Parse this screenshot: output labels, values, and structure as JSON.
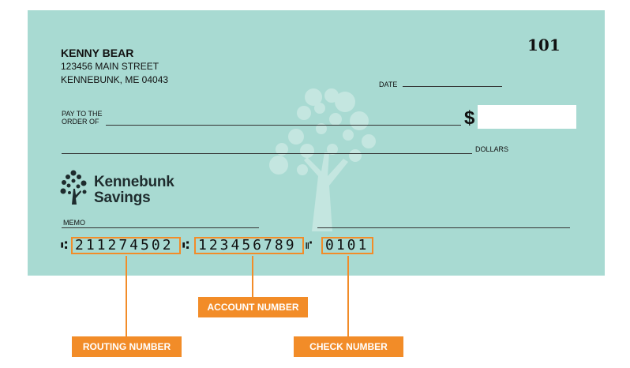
{
  "owner": {
    "name": "KENNY BEAR",
    "street": "123456 MAIN STREET",
    "city": "KENNEBUNK, ME 04043"
  },
  "check_number": "101",
  "fields": {
    "date_label": "DATE",
    "pay_to_line1": "PAY TO THE",
    "pay_to_line2": "ORDER OF",
    "currency_symbol": "$",
    "dollars_label": "DOLLARS",
    "memo_label": "MEMO"
  },
  "bank": {
    "name_line1": "Kennebunk",
    "name_line2": "Savings"
  },
  "micr": {
    "routing": "211274502",
    "account": "123456789",
    "check": "0101"
  },
  "callouts": {
    "account_label": "ACCOUNT NUMBER",
    "routing_label": "ROUTING NUMBER",
    "check_label": "CHECK NUMBER"
  },
  "colors": {
    "check_background": "#a8dad2",
    "highlight_orange": "#f28c28"
  }
}
